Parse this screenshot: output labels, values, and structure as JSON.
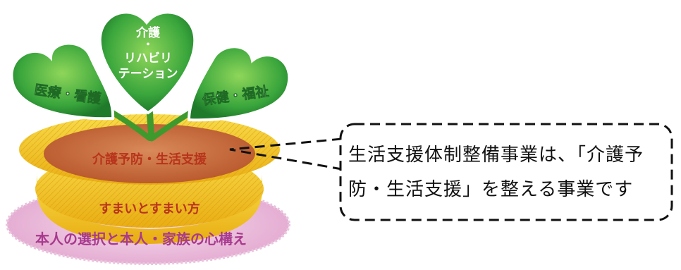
{
  "diagram": {
    "leaves": {
      "left": "医療・看護",
      "center_line1": "介護",
      "center_line2": "・",
      "center_line3": "リハビリ",
      "center_line4": "テーション",
      "right": "保健・福祉"
    },
    "layers": {
      "soil": "介護予防・生活支援",
      "basket": "すまいとすまい方",
      "plate": "本人の選択と本人・家族の心構え"
    },
    "callout": {
      "line1": "生活支援体制整備事業は、「介護予",
      "line2": "防・生活支援」を整える事業です"
    },
    "colors": {
      "leaf": "#3aa63c",
      "soil": "#c86a34",
      "basket": "#f2c31e",
      "plate": "#e7b5d6",
      "plate_text": "#a83a8e",
      "soil_text": "#b8341c",
      "basket_text": "#b8341c"
    }
  }
}
